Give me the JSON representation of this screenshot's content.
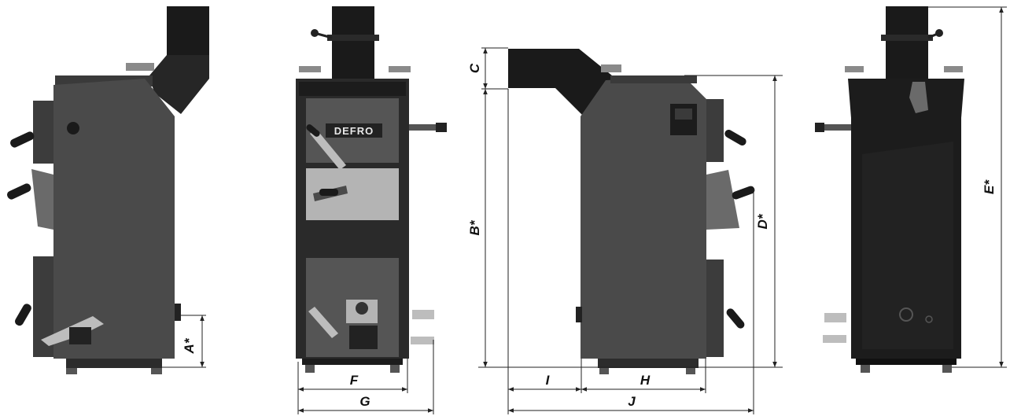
{
  "colors": {
    "body": "#4a4a4a",
    "body_dark": "#2a2a2a",
    "body_back": "#1c1c1c",
    "door": "#555555",
    "panel_light": "#b4b4b4",
    "handle": "#bdbdbd",
    "chimney": "#1a1a1a",
    "dimension_line": "#222222"
  },
  "views": {
    "front": {
      "brand_text": "DEFRO"
    }
  },
  "dimensions": {
    "A": "A*",
    "B": "B*",
    "C": "C",
    "D": "D*",
    "E": "E*",
    "F": "F",
    "G": "G",
    "H": "H",
    "I": "I",
    "J": "J"
  }
}
